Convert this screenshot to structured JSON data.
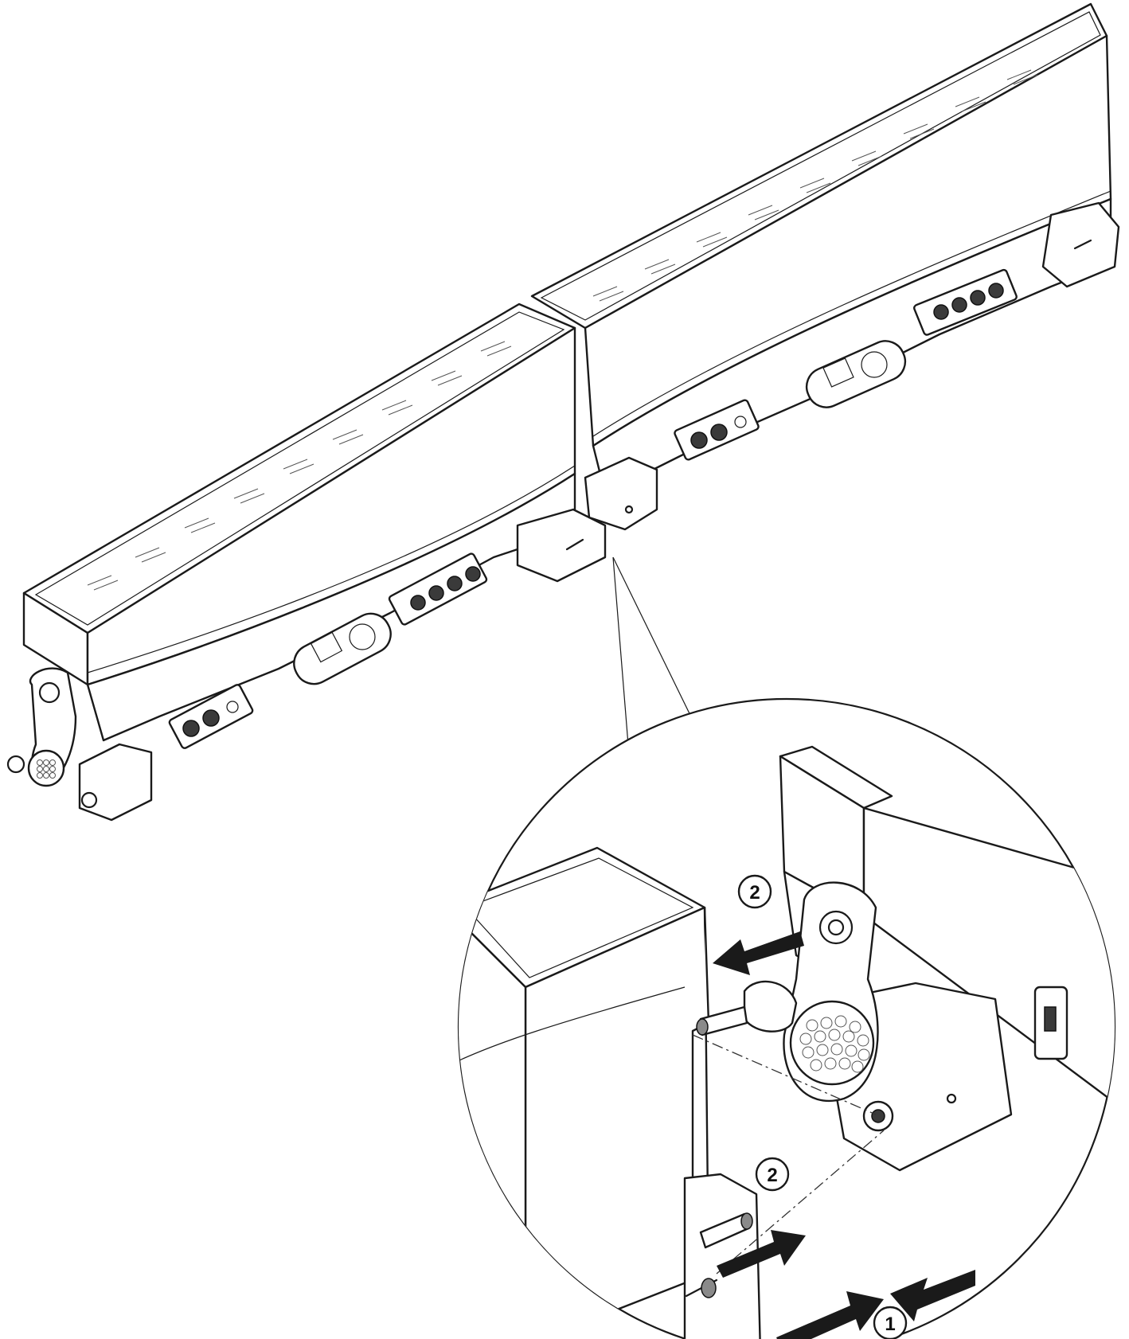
{
  "callouts": [
    {
      "id": "callout-2-upper",
      "label": "2"
    },
    {
      "id": "callout-2-lower",
      "label": "2"
    },
    {
      "id": "callout-1",
      "label": "1"
    }
  ],
  "colors": {
    "line": "#1a1a1a",
    "background": "#ffffff",
    "arrow": "#1a1a1a"
  }
}
